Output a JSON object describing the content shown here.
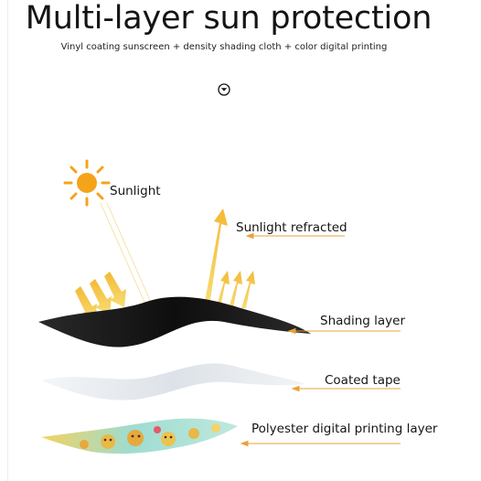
{
  "header": {
    "title": "Multi-layer sun protection",
    "subtitle": "Vinyl coating sunscreen + density shading cloth + color digital printing"
  },
  "scroll_icon": "circle-chevron-down-icon",
  "diagram": {
    "labels": {
      "sunlight": "Sunlight",
      "refracted": "Sunlight refracted",
      "shading": "Shading layer",
      "coated": "Coated tape",
      "polyester": "Polyester digital printing layer"
    },
    "colors": {
      "sun": "#f5a31a",
      "arrow": "#f2c43a",
      "shading_layer": "#151515",
      "coated_layer": "#e6eaef",
      "pointer": "#e8a23c",
      "print_teal": "#8fd6cc",
      "print_yellow": "#f0c74a"
    }
  }
}
